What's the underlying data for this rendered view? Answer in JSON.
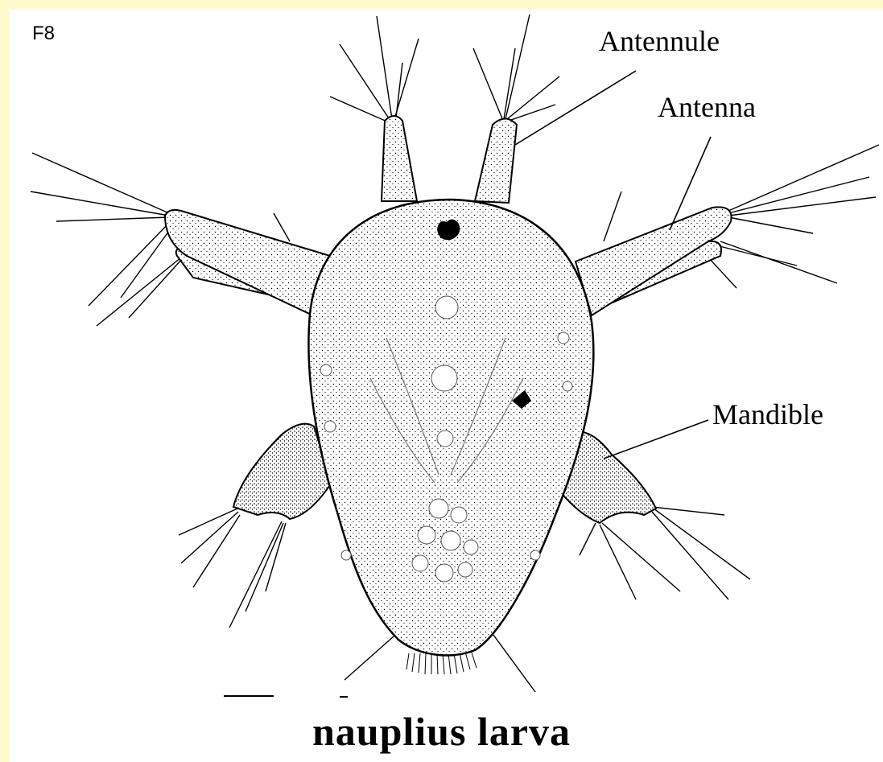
{
  "figure": {
    "id": "F8",
    "caption": "nauplius larva"
  },
  "labels": {
    "antennule": "Antennule",
    "antenna": "Antenna",
    "mandible": "Mandible"
  },
  "colors": {
    "background_border": "#fffbcc",
    "panel": "#ffffff",
    "ink": "#000000"
  }
}
